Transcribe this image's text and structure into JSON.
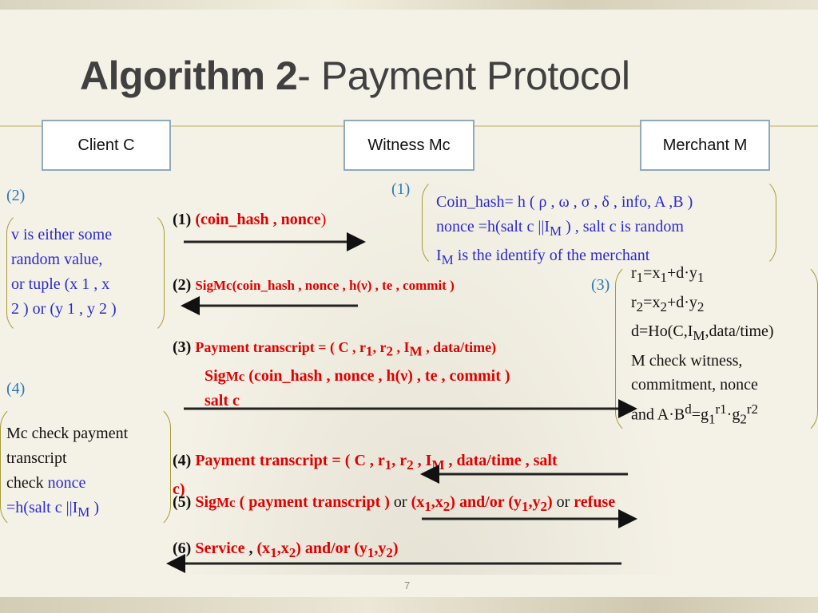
{
  "title": {
    "bold": "Algorithm 2",
    "rest": "- Payment Protocol"
  },
  "parties": {
    "client": "Client C",
    "witness": "Witness Mc",
    "merchant": "Merchant M"
  },
  "notes": {
    "n2": {
      "num": "(2)",
      "lines": [
        "v is either some",
        "random value,",
        "or tuple (x 1 , x",
        "2 ) or (y 1 , y 2 )"
      ]
    },
    "n1": {
      "num": "(1)",
      "line1": "Coin_hash= h  ( ρ , ω , σ , δ , info, A ,B )",
      "line2a": "nonce =h(salt c ||I",
      "line2sub": "M",
      "line2b": " ) , salt c is random",
      "line3a": "I",
      "line3sub": "M",
      "line3b": "  is the identify of the merchant"
    },
    "n3": {
      "num": "(3)"
    },
    "n4": {
      "num": "(4)",
      "line1": "Mc check payment",
      "line2": "transcript",
      "line3a": "check ",
      "line3b": "nonce",
      "line4a": "=h(salt c ||I",
      "line4sub": "M",
      "line4b": " )"
    }
  },
  "messages": {
    "m1": {
      "num": "(1) ",
      "text": "(coin_hash , nonce",
      "close": ")"
    },
    "m2": {
      "num": "(2) ",
      "text": "SigMc(coin_hash , nonce , h(ν) , te , commit )"
    },
    "m3": {
      "num": "(3) ",
      "line2": "(coin_hash , nonce , h(ν) , te , commit )",
      "line3": "salt c"
    },
    "m4": {
      "num": "(4) ",
      "line2": "c)"
    },
    "m5": {
      "num": "(5) ",
      "or1": "or",
      "andor": "and/or",
      "or2": "or",
      "refuse": "refuse"
    },
    "m6": {
      "num": "(6) ",
      "service": "Service",
      "comma": " ,",
      "andor": "and/or"
    }
  },
  "page_number": "7"
}
